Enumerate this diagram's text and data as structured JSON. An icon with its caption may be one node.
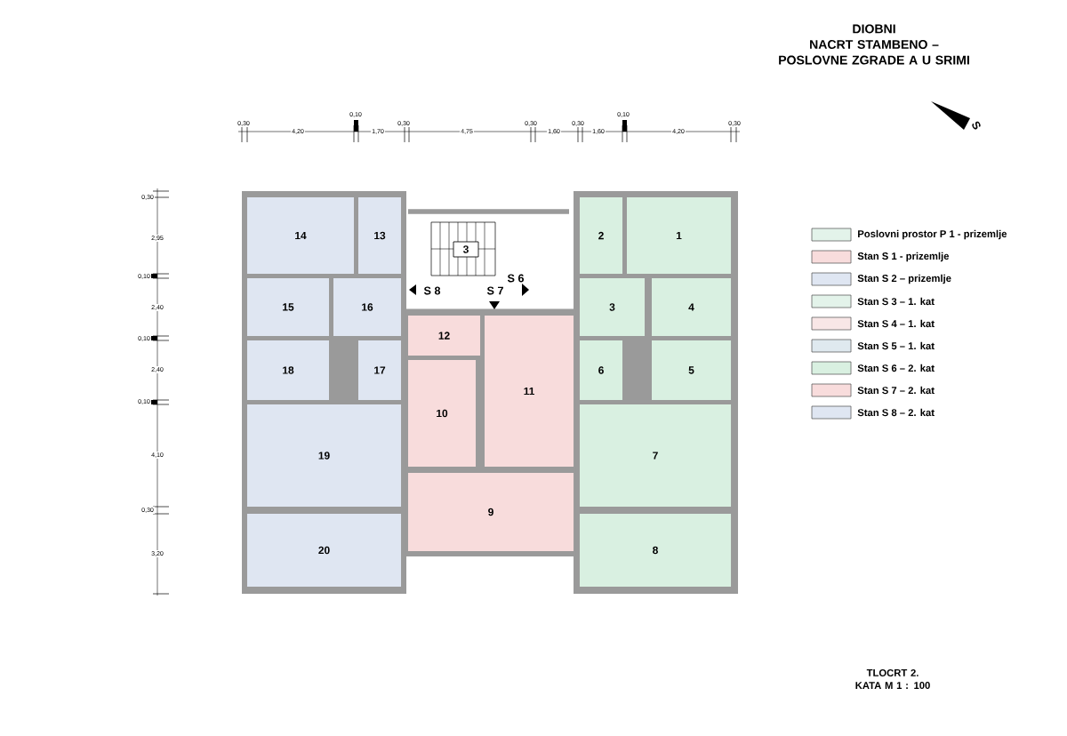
{
  "diagram": {
    "title": "DIOBNI NACRT STAMBENO – POSLOVNE ZGRADE A U SRIMI",
    "caption": "TLOCRT 2. KATA M 1 : 100",
    "nodes": [
      {
        "text": [
          "14"
        ]
      },
      {
        "text": [
          "13"
        ]
      },
      {
        "text": [
          "3"
        ]
      },
      {
        "text": [
          "2"
        ]
      },
      {
        "text": [
          "1"
        ]
      },
      {
        "text": [
          "16"
        ]
      },
      {
        "text": [
          "3"
        ]
      },
      {
        "text": [
          "4"
        ]
      },
      {
        "text": [
          "15"
        ]
      },
      {
        "text": [
          "12"
        ]
      },
      {
        "text": [
          "18"
        ]
      },
      {
        "text": [
          "17"
        ]
      },
      {
        "text": [
          "6"
        ]
      },
      {
        "text": [
          "5"
        ]
      },
      {
        "text": [
          "10"
        ]
      },
      {
        "text": [
          "11"
        ]
      },
      {
        "text": [
          "19"
        ]
      },
      {
        "text": [
          "7"
        ]
      },
      {
        "text": [
          "9"
        ]
      },
      {
        "text": [
          "20"
        ]
      },
      {
        "text": [
          "8"
        ]
      }
    ],
    "labels": [
      "0,30",
      "0,10",
      "0,30",
      "0,30",
      "0,30",
      "0,10",
      "0,30",
      "4,20",
      "1,70",
      "4,75",
      "1,60",
      "1,60",
      "4,20",
      "0,30",
      "2,95",
      "0,10",
      "2,40",
      "0,10",
      "2,40",
      "0,10",
      "4,10",
      "0,30",
      "3,20",
      "S 6",
      "S 8",
      "S 7",
      "S"
    ],
    "legend": [
      {
        "text": "Poslovni prostor P 1 - prizemlje",
        "color": "#e3f3ea"
      },
      {
        "text": "Stan S 1 - prizemlje",
        "color": "#f8dcdc"
      },
      {
        "text": "Stan S 2 – prizemlje",
        "color": "#dfe6f2"
      },
      {
        "text": "Stan S 3 – 1. kat",
        "color": "#e3f3ea"
      },
      {
        "text": "Stan S 4 – 1. kat",
        "color": "#f8e6e6"
      },
      {
        "text": "Stan S 5 – 1. kat",
        "color": "#dfe9ef"
      },
      {
        "text": "Stan S 6 – 2. kat",
        "color": "#d9f0e1"
      },
      {
        "text": "Stan S 7 – 2. kat",
        "color": "#f8dcdc"
      },
      {
        "text": "Stan S 8 – 2. kat",
        "color": "#dfe6f2"
      }
    ]
  }
}
